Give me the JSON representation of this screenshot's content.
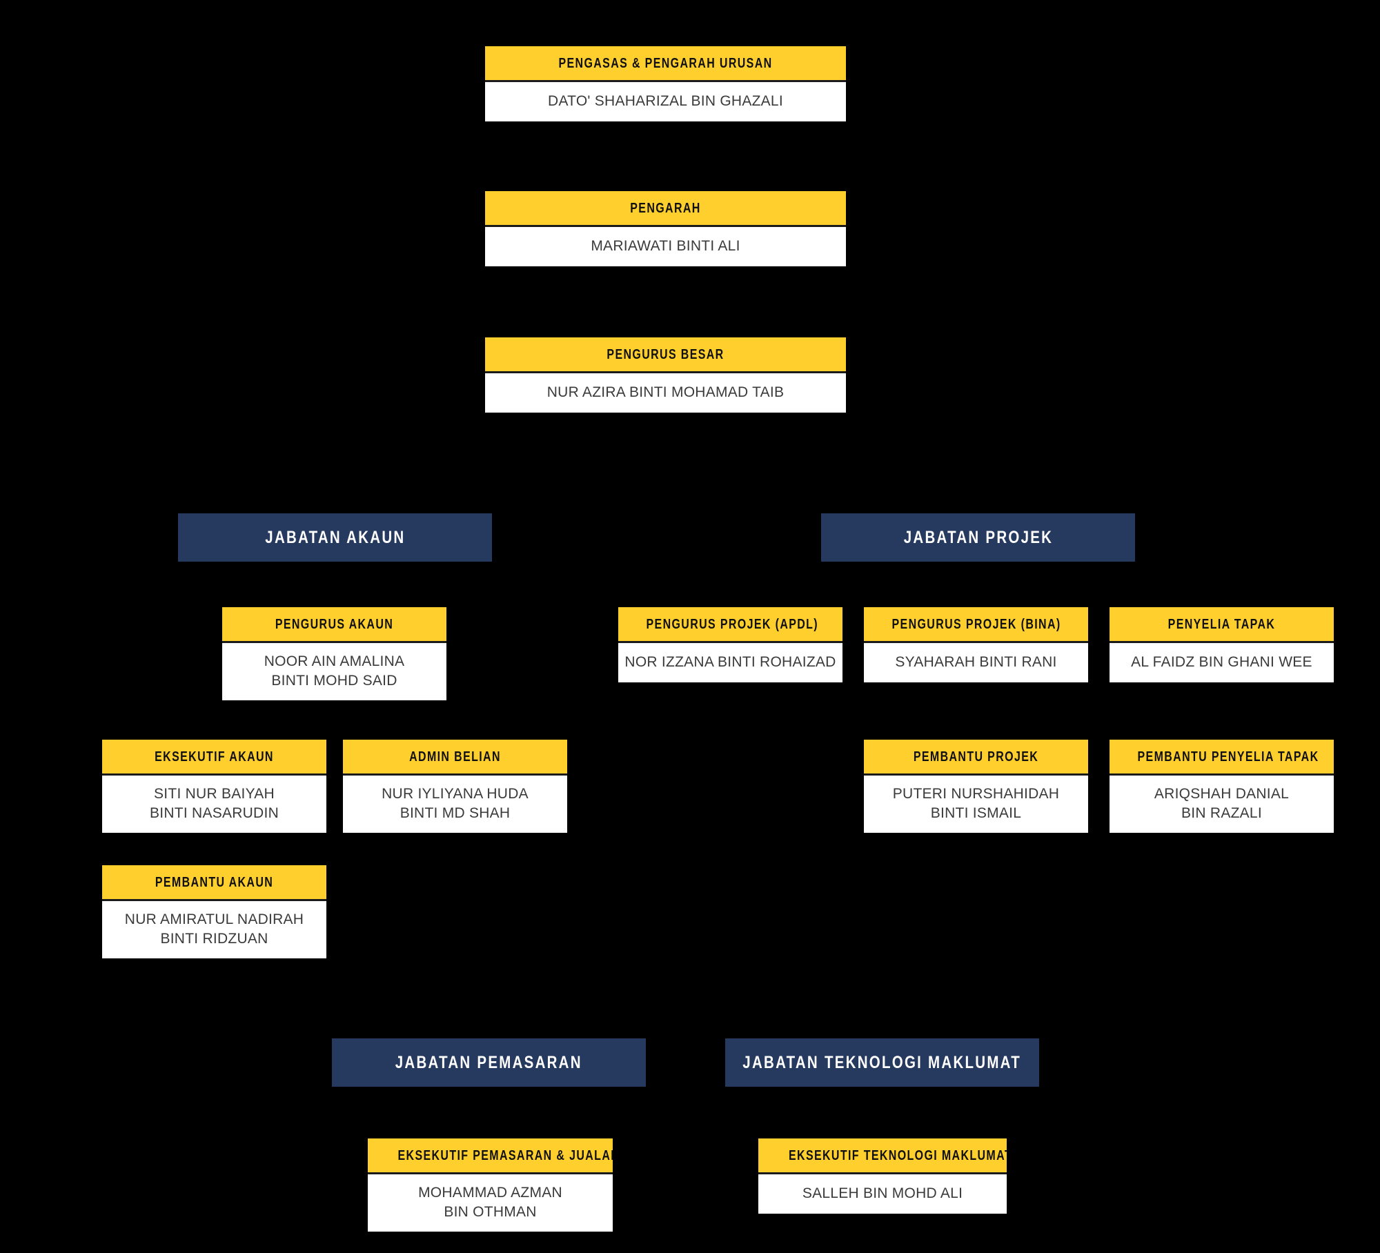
{
  "palette": {
    "background": "#000000",
    "accent_yellow": "#FFCF2D",
    "department_navy": "#26395F",
    "card_body": "#FFFFFF",
    "title_text": "#101010",
    "name_text": "#3A3A3A",
    "banner_text": "#FFFFFF"
  },
  "executive": [
    {
      "title": "PENGASAS & PENGARAH URUSAN",
      "name": "DATO' SHAHARIZAL BIN GHAZALI",
      "lines": 1
    },
    {
      "title": "PENGARAH",
      "name": "MARIAWATI BINTI ALI",
      "lines": 1
    },
    {
      "title": "PENGURUS BESAR",
      "name": "NUR AZIRA BINTI MOHAMAD TAIB",
      "lines": 1
    }
  ],
  "departments": [
    {
      "banner": "JABATAN AKAUN",
      "staff": [
        {
          "title": "PENGURUS AKAUN",
          "name": "NOOR AIN AMALINA\nBINTI MOHD SAID",
          "lines": 2
        },
        {
          "title": "EKSEKUTIF AKAUN",
          "name": "SITI NUR BAIYAH\nBINTI NASARUDIN",
          "lines": 2
        },
        {
          "title": "ADMIN BELIAN",
          "name": "NUR IYLIYANA HUDA\nBINTI MD SHAH",
          "lines": 2
        },
        {
          "title": "PEMBANTU AKAUN",
          "name": "NUR AMIRATUL NADIRAH\nBINTI RIDZUAN",
          "lines": 2
        }
      ]
    },
    {
      "banner": "JABATAN PROJEK",
      "staff": [
        {
          "title": "PENGURUS PROJEK (APDL)",
          "name": "NOR IZZANA BINTI ROHAIZAD",
          "lines": 1
        },
        {
          "title": "PENGURUS PROJEK (BINA)",
          "name": "SYAHARAH BINTI RANI",
          "lines": 1
        },
        {
          "title": "PENYELIA TAPAK",
          "name": "AL FAIDZ BIN GHANI WEE",
          "lines": 1
        },
        {
          "title": "PEMBANTU PROJEK",
          "name": "PUTERI NURSHAHIDAH\nBINTI ISMAIL",
          "lines": 2
        },
        {
          "title": "PEMBANTU PENYELIA TAPAK",
          "name": "ARIQSHAH DANIAL\nBIN RAZALI",
          "lines": 2
        }
      ]
    },
    {
      "banner": "JABATAN PEMASARAN",
      "staff": [
        {
          "title": "EKSEKUTIF PEMASARAN & JUALAN",
          "name": "MOHAMMAD AZMAN\nBIN OTHMAN",
          "lines": 2
        }
      ]
    },
    {
      "banner": "JABATAN TEKNOLOGI MAKLUMAT",
      "staff": [
        {
          "title": "EKSEKUTIF TEKNOLOGI MAKLUMAT",
          "name": "SALLEH BIN MOHD ALI",
          "lines": 1
        }
      ]
    }
  ]
}
